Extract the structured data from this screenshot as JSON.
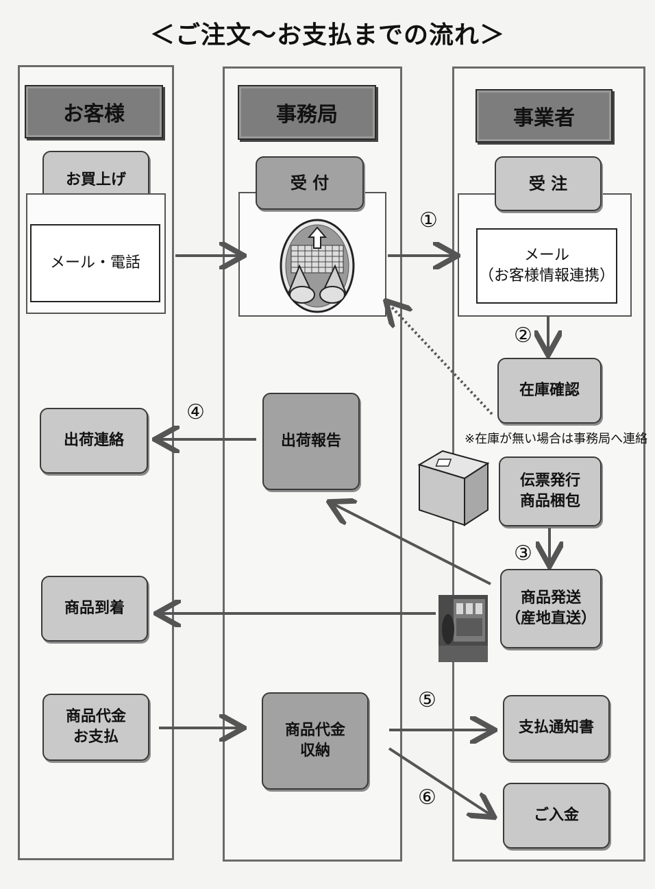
{
  "title": "＜ご注文～お支払までの流れ＞",
  "lanes": {
    "customer": "お客様",
    "office": "事務局",
    "vendor": "事業者"
  },
  "customer": {
    "purchase": "お買上げ",
    "channel": "メール・電話",
    "shipping_notice": "出荷連絡",
    "arrival": "商品到着",
    "payment_line1": "商品代金",
    "payment_line2": "お支払"
  },
  "office": {
    "reception": "受 付",
    "shipping_report": "出荷報告",
    "collection_line1": "商品代金",
    "collection_line2": "収納"
  },
  "vendor": {
    "order_received": "受 注",
    "mail_line1": "メール",
    "mail_line2": "（お客様情報連携）",
    "stock_check": "在庫確認",
    "stock_note": "※在庫が無い場合は事務局へ連絡",
    "slip_line1": "伝票発行",
    "slip_line2": "商品梱包",
    "ship_line1": "商品発送",
    "ship_line2": "（産地直送）",
    "payment_notice": "支払通知書",
    "deposit": "ご入金"
  },
  "steps": [
    "①",
    "②",
    "③",
    "④",
    "⑤",
    "⑥"
  ]
}
